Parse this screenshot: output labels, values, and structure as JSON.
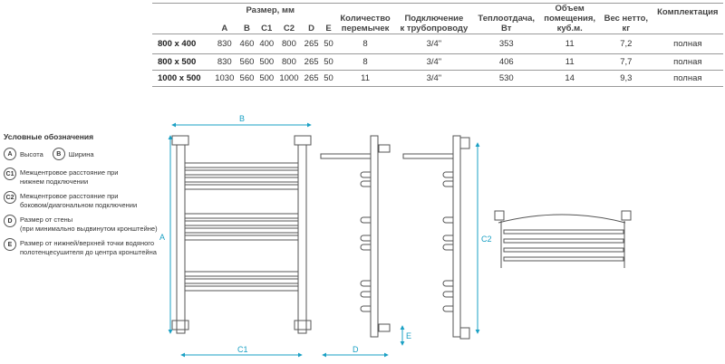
{
  "table": {
    "header": {
      "size": "Размер, мм",
      "cols": [
        "A",
        "B",
        "C1",
        "C2",
        "D",
        "E"
      ],
      "jumpers": "Количество\nперемычек",
      "connection": "Подключение\nк трубопроводу",
      "heat": "Теплоотдача,\nВт",
      "volume": "Объем\nпомещения,\nкуб.м.",
      "weight": "Вес нетто,\nкг",
      "kit": "Комплектация"
    },
    "rows": [
      {
        "size": "800 x 400",
        "A": "830",
        "B": "460",
        "C1": "400",
        "C2": "800",
        "D": "265",
        "E": "50",
        "jumpers": "8",
        "connection": "3/4\"",
        "heat": "353",
        "volume": "11",
        "weight": "7,2",
        "kit": "полная"
      },
      {
        "size": "800 x 500",
        "A": "830",
        "B": "560",
        "C1": "500",
        "C2": "800",
        "D": "265",
        "E": "50",
        "jumpers": "8",
        "connection": "3/4\"",
        "heat": "406",
        "volume": "11",
        "weight": "7,7",
        "kit": "полная"
      },
      {
        "size": "1000 x 500",
        "A": "1030",
        "B": "560",
        "C1": "500",
        "C2": "1000",
        "D": "265",
        "E": "50",
        "jumpers": "11",
        "connection": "3/4\"",
        "heat": "530",
        "volume": "14",
        "weight": "9,3",
        "kit": "полная"
      }
    ]
  },
  "legend": {
    "title": "Условные обозначения",
    "a": {
      "letter": "A",
      "text": "Высота"
    },
    "b": {
      "letter": "B",
      "text": "Ширина"
    },
    "c1": {
      "letter": "C1",
      "text": "Межцентровое расстояние при\nнижнем подключении"
    },
    "c2": {
      "letter": "C2",
      "text": "Межцентровое расстояние при\nбоковом/диагональном подключении"
    },
    "d": {
      "letter": "D",
      "text": "Размер от стены\n(при минимально выдвинутом кронштейне)"
    },
    "e": {
      "letter": "E",
      "text": "Размер от нижней/верхней точки водяного\nполотенцесушителя до центра кронштейна"
    }
  },
  "drawing": {
    "label_a": "A",
    "label_b": "B",
    "label_c1": "C1",
    "label_c2": "C2",
    "label_d": "D",
    "label_e": "E"
  },
  "colors": {
    "dimension": "#1aa0c4",
    "outline": "#555555"
  }
}
